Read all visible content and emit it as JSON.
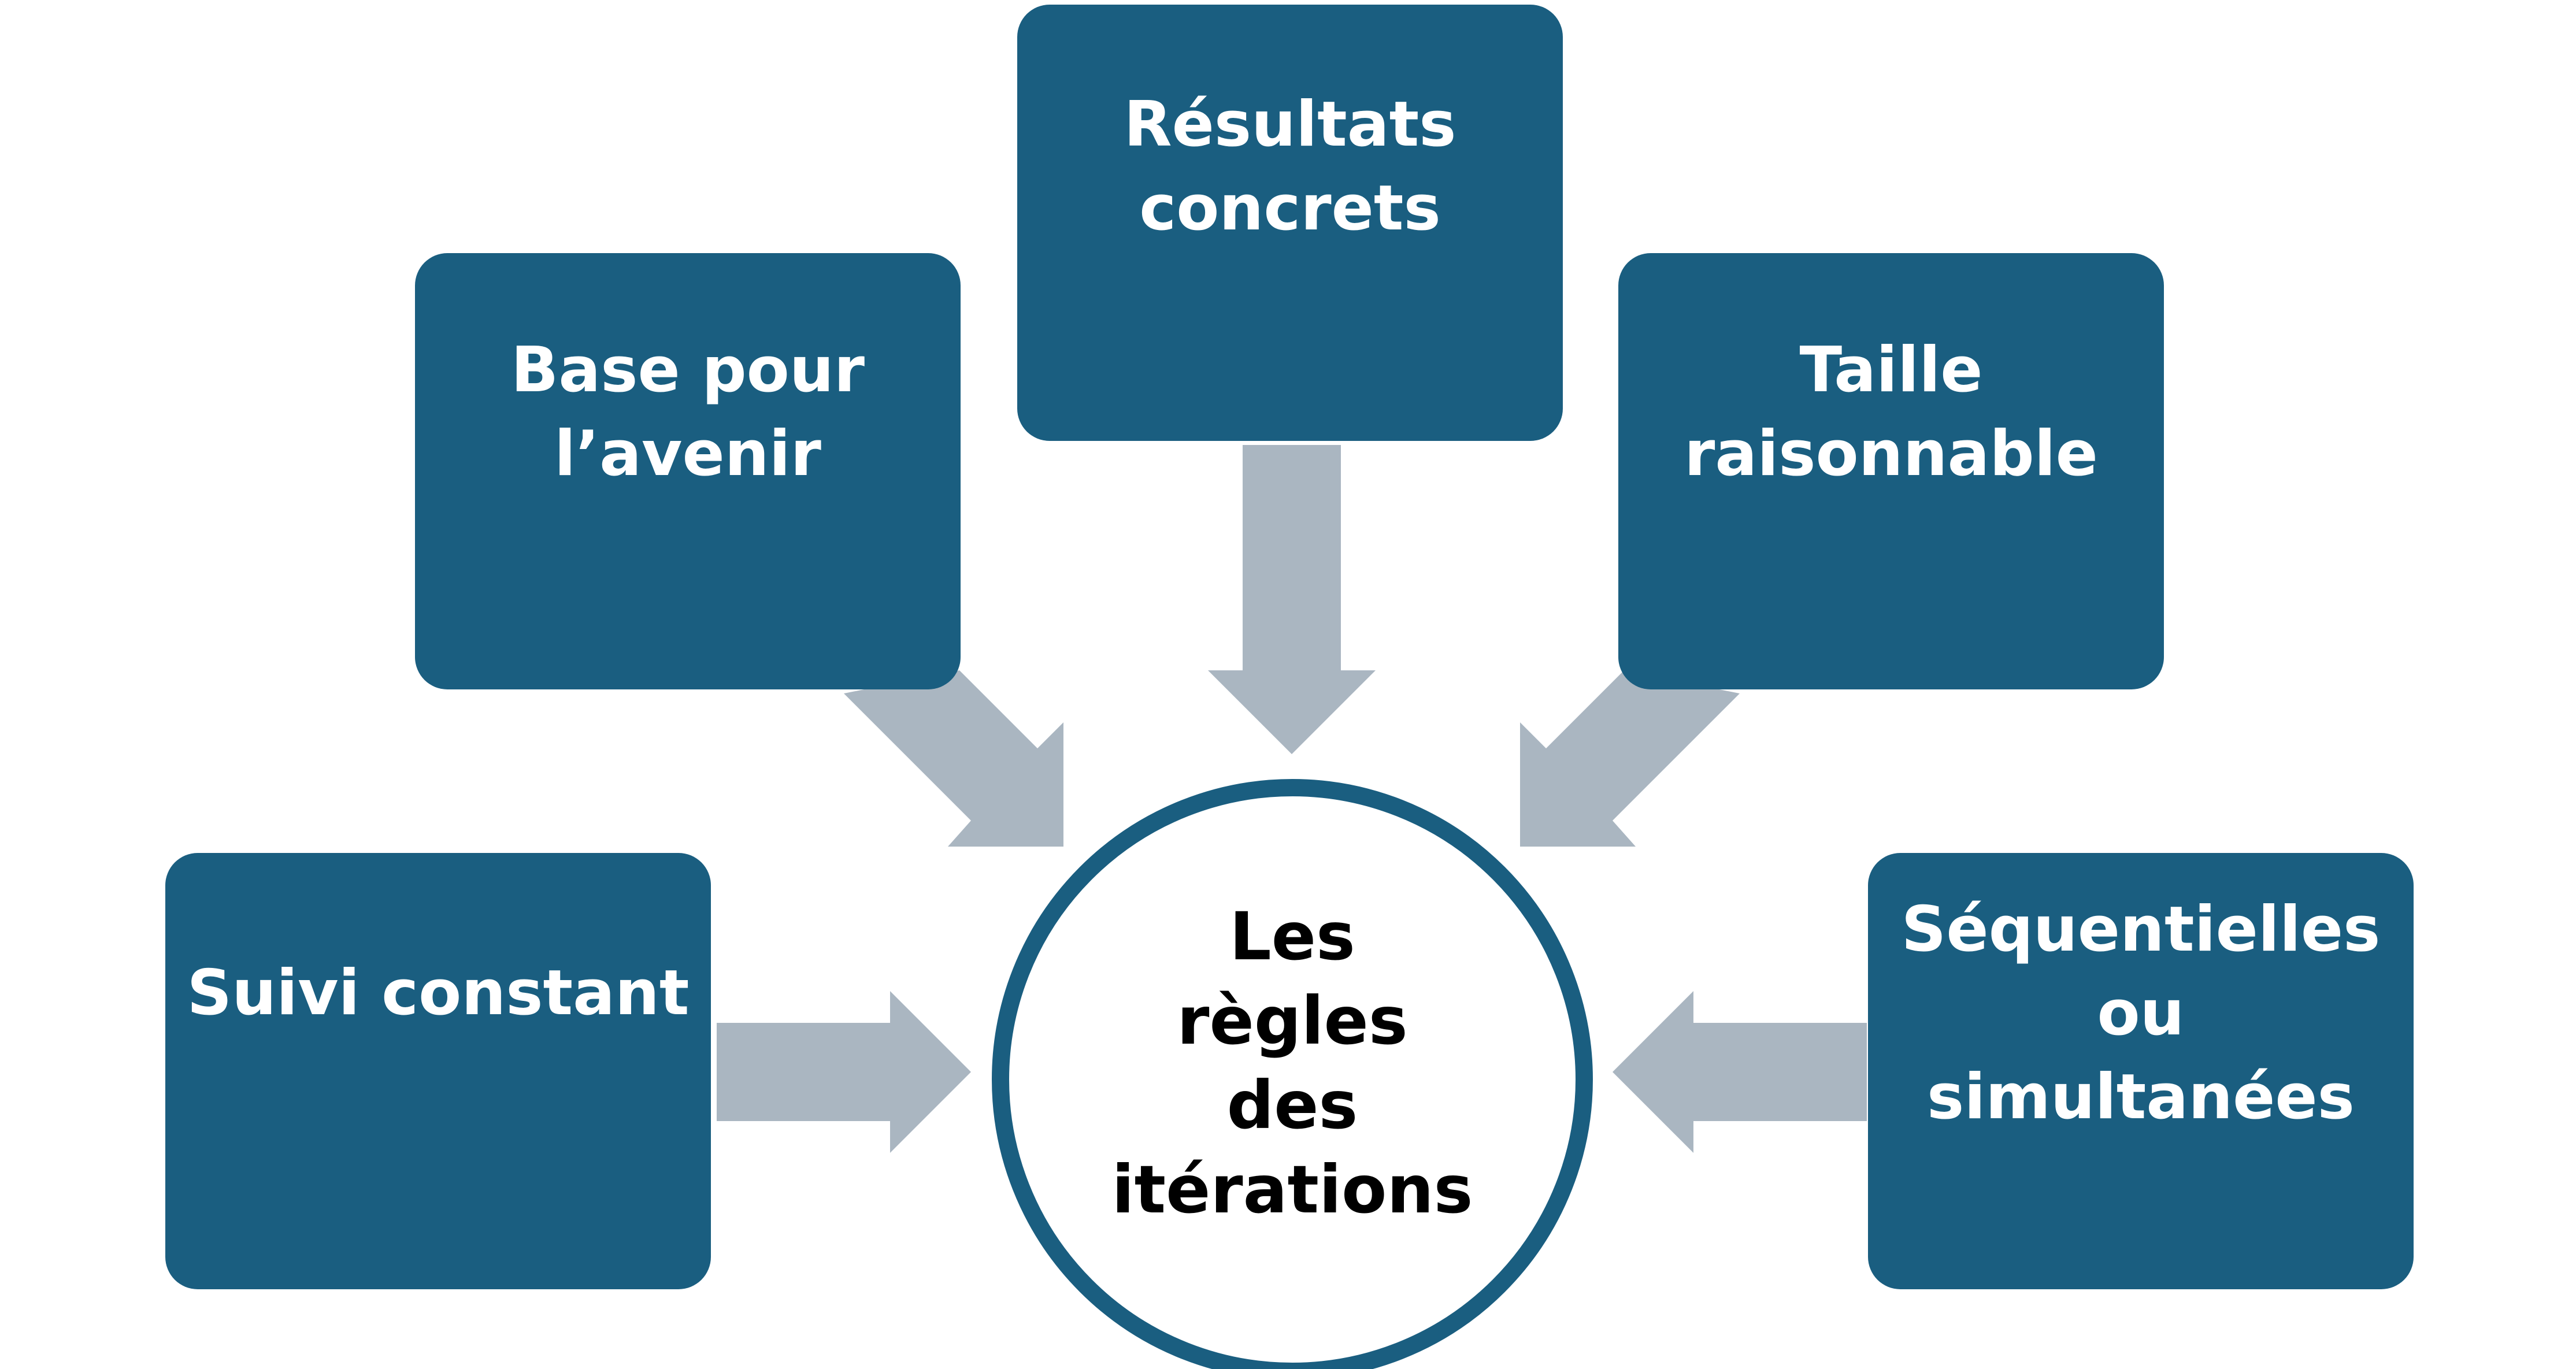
{
  "diagram": {
    "center": {
      "lines": [
        "Les",
        "règles",
        "des",
        "itérations"
      ]
    },
    "boxes": {
      "top": {
        "lines": [
          "Résultats",
          "concrets"
        ]
      },
      "upper_left": {
        "lines": [
          "Base pour",
          "l’avenir"
        ]
      },
      "upper_right": {
        "lines": [
          "Taille",
          "raisonnable"
        ]
      },
      "left": {
        "lines": [
          "Suivi constant"
        ]
      },
      "right": {
        "lines": [
          "Séquentielles",
          "ou",
          "simultanées"
        ]
      }
    },
    "colors": {
      "box_fill": "#1a5e80",
      "box_text": "#ffffff",
      "arrow_fill": "#aab6c1",
      "circle_border": "#1a5e80",
      "circle_text": "#000000"
    }
  }
}
